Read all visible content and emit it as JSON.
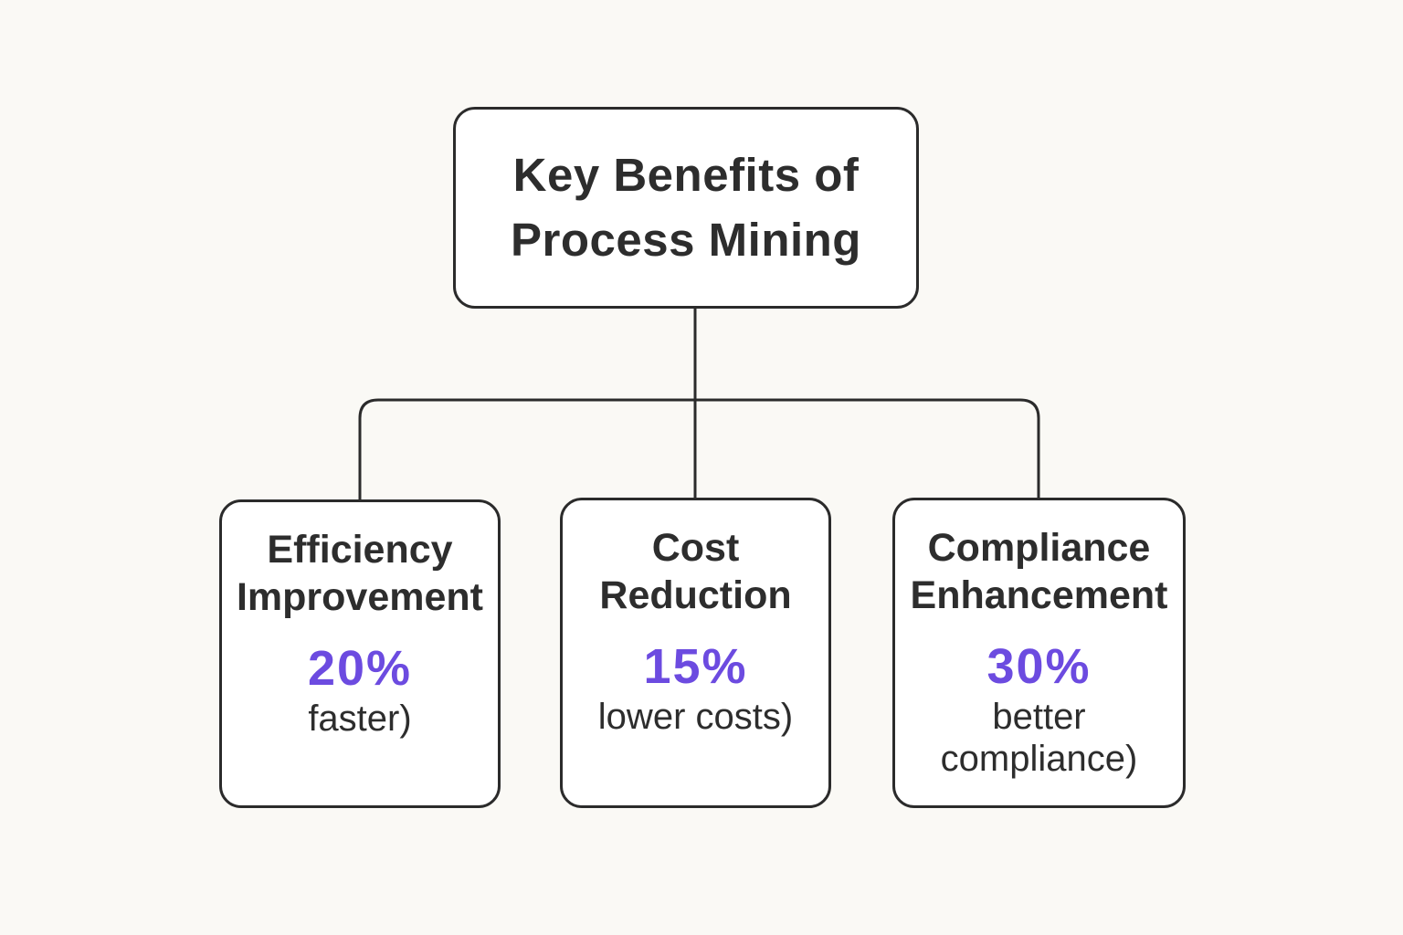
{
  "diagram": {
    "colors": {
      "accent": "#6C4BE0",
      "ink": "#2B2B2B",
      "background": "#FAF9F5",
      "node_fill": "#FFFFFF"
    },
    "root": {
      "title": "Key Benefits of Process Mining"
    },
    "nodes": [
      {
        "title": "Efficiency Improvement",
        "value": "20%",
        "caption": "faster)"
      },
      {
        "title": "Cost Reduction",
        "value": "15%",
        "caption": "lower costs)"
      },
      {
        "title": "Compliance Enhancement",
        "value": "30%",
        "caption": "better compliance)"
      }
    ]
  }
}
